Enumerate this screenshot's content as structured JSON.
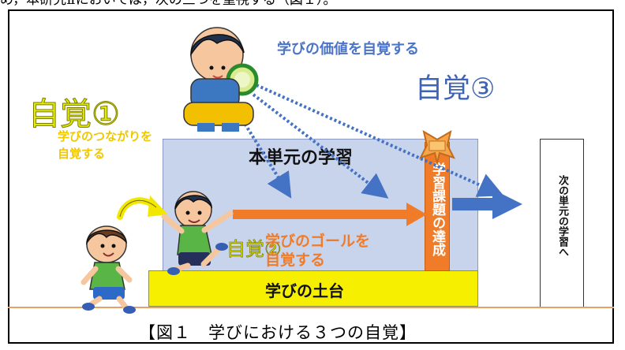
{
  "top_snippet": "め，本研究Ⅱにおいては，次の三つを重視する（図１）。",
  "self_awareness_1": {
    "label": "自覚①",
    "caption_line1": "学びのつながりを",
    "caption_line2": "自覚する"
  },
  "self_awareness_2": {
    "label": "自覚②",
    "caption_line1": "学びのゴールを",
    "caption_line2": "自覚する"
  },
  "self_awareness_3": {
    "label": "自覚③",
    "caption": "学びの価値を自覚する"
  },
  "current_unit": "本単元の学習",
  "foundation": "学びの土台",
  "goal_achievement": "学習課題の達成",
  "next_unit": "次の単元の学習へ",
  "figure_caption": "【図１　学びにおける３つの自覚】",
  "colors": {
    "panel": "#c8d3ec",
    "foundation": "#f7ef00",
    "orange": "#f07c29",
    "blue_arrow": "#4472c4",
    "yellow_label": "#e6ee00"
  },
  "icons": [
    "boy-with-magnifying-glass-icon",
    "jumping-boy-icon",
    "running-boy-icon",
    "curved-arrow-icon"
  ]
}
